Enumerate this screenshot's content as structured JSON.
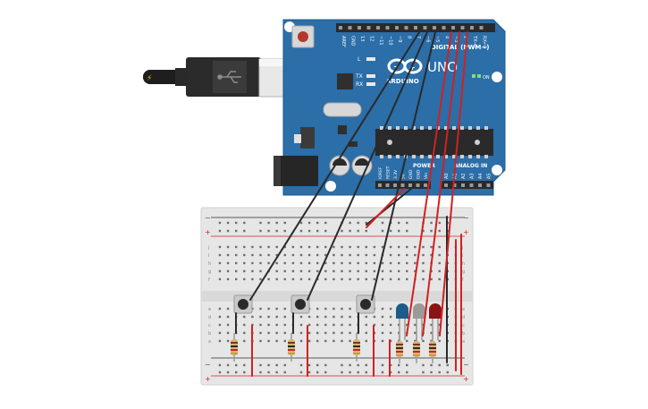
{
  "board": {
    "digital_label": "DIGITAL (PWM~)",
    "brand": "ARDUINO",
    "model": "UNO",
    "power_label": "POWER",
    "analog_label": "ANALOG IN",
    "l_label": "L",
    "tx_label": "TX",
    "rx_label": "RX",
    "on_label": "ON",
    "top_pins": [
      "AREF",
      "GND",
      "13",
      "12",
      "~11",
      "~10",
      "~9",
      "8",
      "7",
      "~6",
      "~5",
      "4",
      "~3",
      "2",
      "TX→1",
      "RX←0"
    ],
    "power_pins": [
      "IOREF",
      "RESET",
      "3.3V",
      "5V",
      "GND",
      "GND",
      "Vin"
    ],
    "analog_pins": [
      "A0",
      "A1",
      "A2",
      "A3",
      "A4",
      "A5"
    ]
  },
  "breadboard": {
    "rail_plus": "+",
    "rail_minus": "−",
    "rows_top": [
      "j",
      "i",
      "h",
      "g",
      "f"
    ],
    "rows_bottom": [
      "e",
      "d",
      "c",
      "b",
      "a"
    ]
  },
  "colors": {
    "board": "#2b6ea8",
    "wire_black": "#2a2a2a",
    "wire_red": "#d32020",
    "led_blue": "#1d5b8a",
    "led_gray": "#9a9a9a",
    "led_red": "#8a1414"
  }
}
